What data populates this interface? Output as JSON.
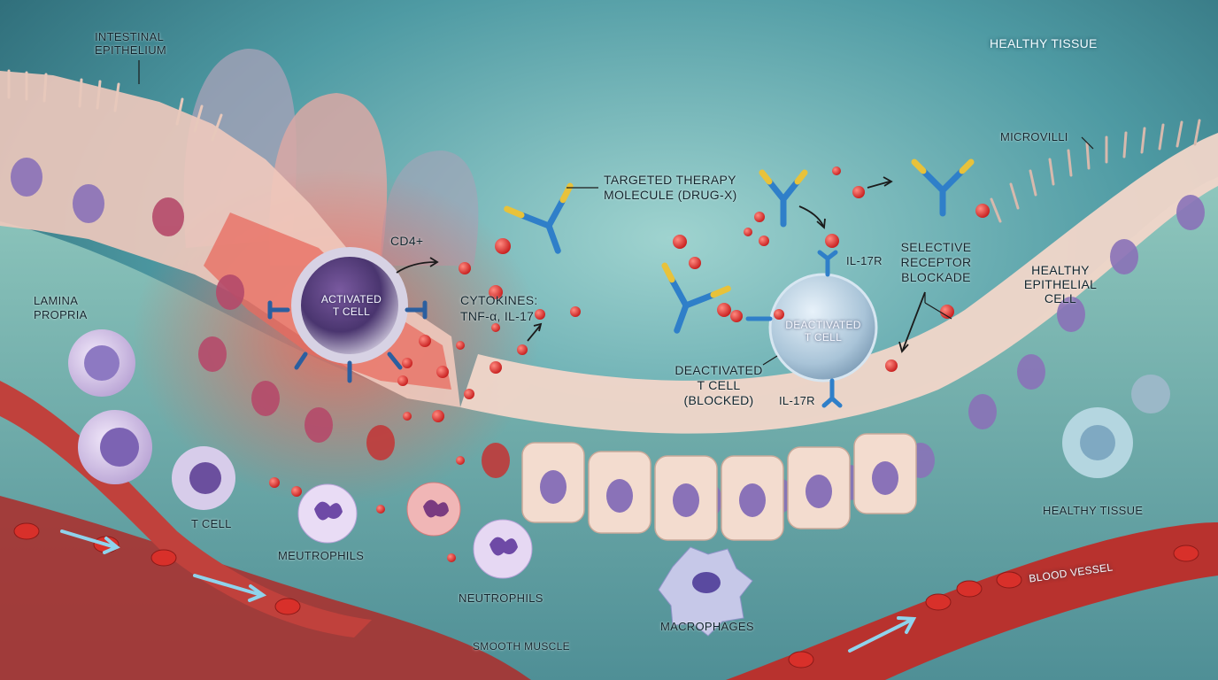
{
  "labels": {
    "intestinal_epithelium": "INTESTINAL\nEPITHELIUM",
    "lamina_propria": "LAMINA\nPROPRIA",
    "cd4": "CD4+",
    "activated_t_cell": "ACTIVATED\nT CELL",
    "cytokines": "CYTOKINES:\nTNF-α, IL-17",
    "targeted_therapy": "TARGETED THERAPY\nMOLECULE (DRUG-X)",
    "il17r_upper": "IL-17R",
    "il17r_lower": "IL-17R",
    "deactivated_t_cell_inner": "DEACTIVATED\nT CELL",
    "deactivated_t_cell_blocked": "DEACTIVATED\nT CELL\n(BLOCKED)",
    "selective_receptor_blockade": "SELECTIVE\nRECEPTOR\nBLOCKADE",
    "healthy_tissue_top": "HEALTHY TISSUE",
    "microvilli": "MICROVILLI",
    "healthy_epithelial_cell": "HEALTHY\nEPITHELIAL\nCELL",
    "healthy_tissue_right": "HEALTHY TISSUE",
    "t_cell": "T CELL",
    "meutrophils": "MEUTROPHILS",
    "neutrophils": "NEUTROPHILS",
    "macrophages": "MACROPHAGES",
    "smooth_muscle": "SMOOTH MUSCLE",
    "blood_vessel": "BLOOD VESSEL"
  },
  "colors": {
    "inflamed": "#e2574c",
    "healthy_cell": "#f1d2c4",
    "nucleus": "#8a72b8",
    "lumen": "#5aa7a8",
    "cytokine": "#e02a2a",
    "antibody_blue": "#2f7fc9",
    "antibody_yellow": "#e8c23a",
    "vessel": "#b8322e"
  }
}
